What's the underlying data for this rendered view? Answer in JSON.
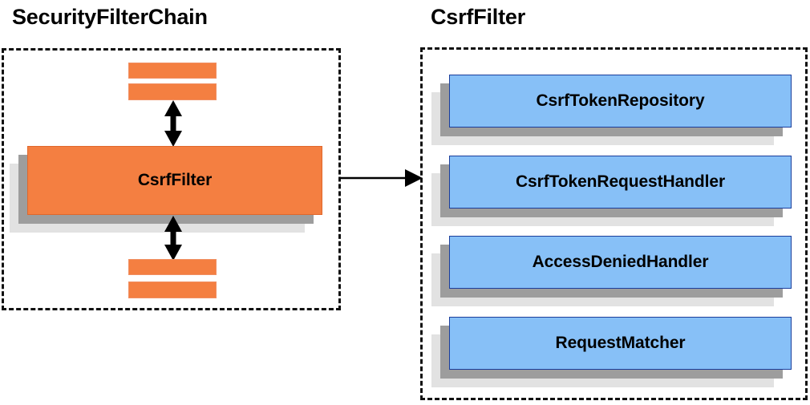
{
  "diagram": {
    "type": "component-relationship-diagram",
    "background_color": "#ffffff",
    "accent_orange": "#f47f41",
    "accent_blue": "#87c0f7",
    "shadow_mid": "#9d9d9d",
    "shadow_back": "#e2e2e2"
  },
  "panels": [
    {
      "id": "security-filter-chain",
      "title": "SecurityFilterChain",
      "border_style": "dashed",
      "filters_above": [
        "",
        ""
      ],
      "highlighted_component": "CsrfFilter",
      "filters_below": [
        "",
        ""
      ]
    },
    {
      "id": "csrf-filter",
      "title": "CsrfFilter",
      "border_style": "dashed",
      "collaborators": [
        "CsrfTokenRepository",
        "CsrfTokenRequestHandler",
        "AccessDeniedHandler",
        "RequestMatcher"
      ]
    }
  ],
  "connectors": [
    {
      "id": "chain-to-detail",
      "from": "security-filter-chain",
      "to": "csrf-filter",
      "style": "single-arrow-right"
    },
    {
      "id": "above-to-csrffilter",
      "from": "filter-above",
      "to": "CsrfFilter",
      "style": "double-arrow-vertical"
    },
    {
      "id": "csrffilter-to-below",
      "from": "CsrfFilter",
      "to": "filter-below",
      "style": "double-arrow-vertical"
    }
  ]
}
